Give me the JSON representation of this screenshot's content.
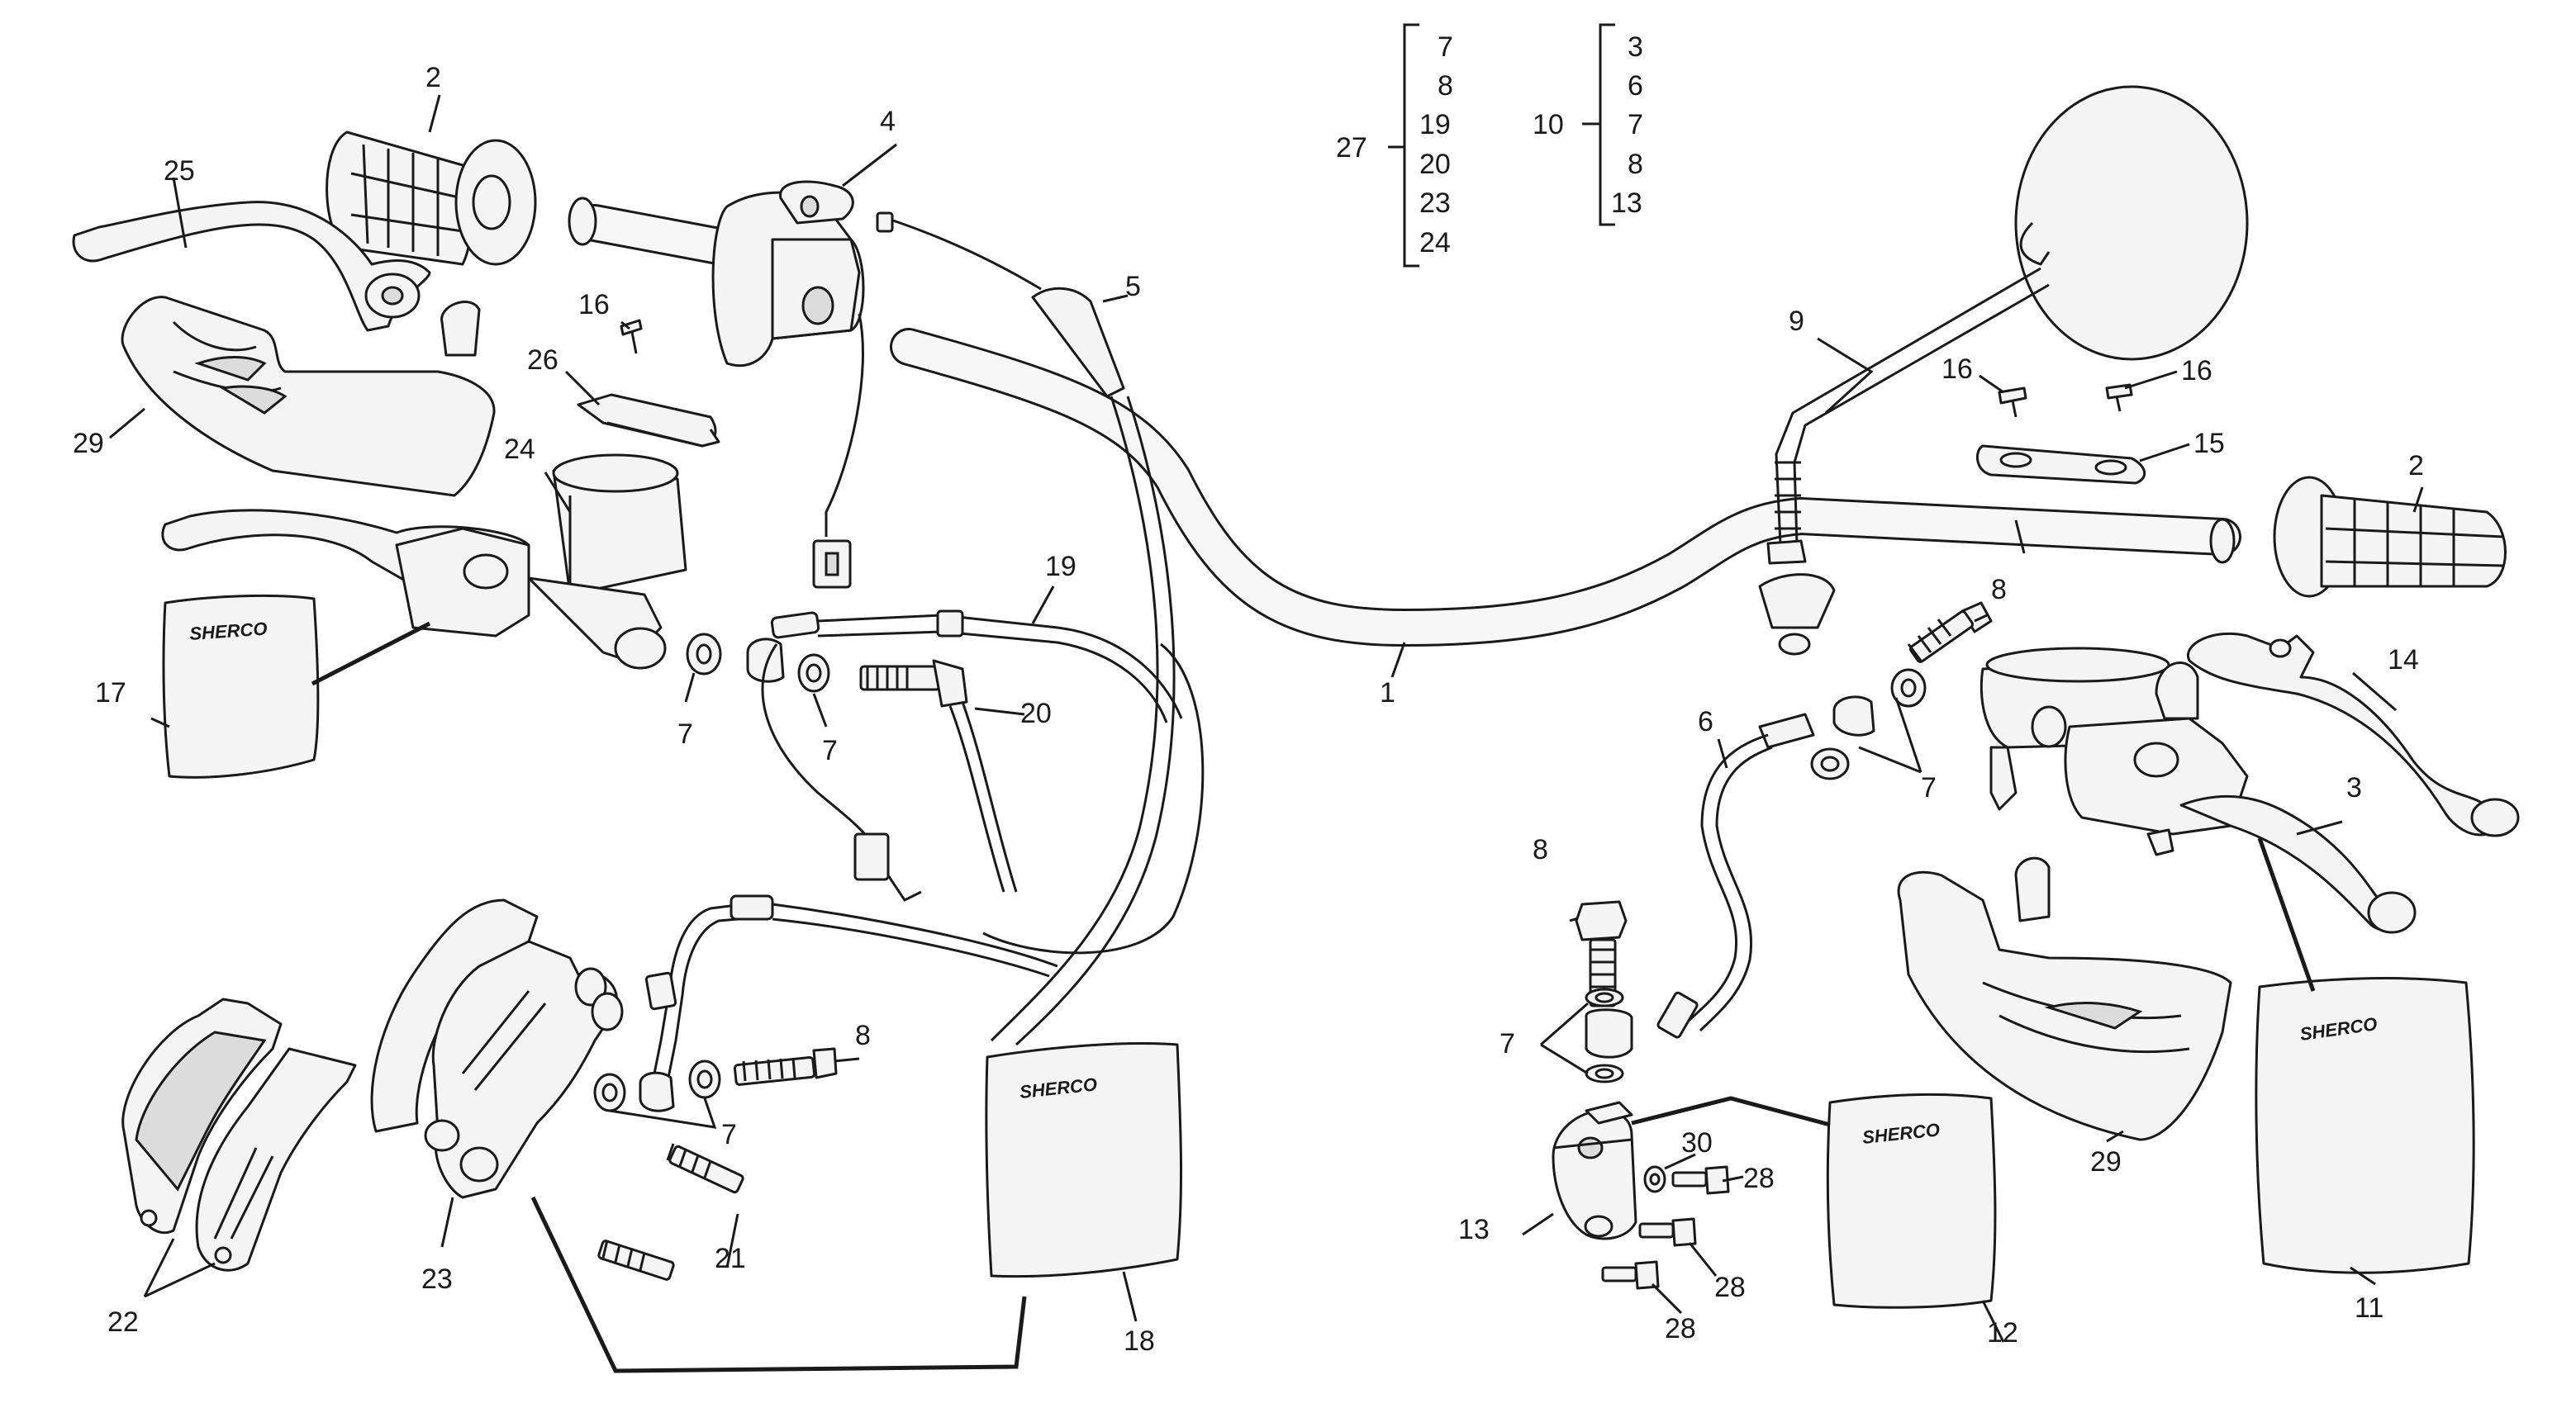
{
  "diagram": {
    "callouts": {
      "c1": "1",
      "c2a": "2",
      "c2b": "2",
      "c3": "3",
      "c4": "4",
      "c5": "5",
      "c6": "6",
      "c7a": "7",
      "c7b": "7",
      "c7c": "7",
      "c7d": "7",
      "c7e": "7",
      "c8a": "8",
      "c8b": "8",
      "c8c": "8",
      "c9": "9",
      "c11": "11",
      "c12": "12",
      "c13": "13",
      "c14": "14",
      "c15": "15",
      "c16a": "16",
      "c16b": "16",
      "c16c": "16",
      "c17": "17",
      "c18": "18",
      "c19": "19",
      "c20": "20",
      "c21": "21",
      "c22": "22",
      "c23": "23",
      "c24": "24",
      "c25": "25",
      "c26": "26",
      "c28a": "28",
      "c28b": "28",
      "c28c": "28",
      "c29a": "29",
      "c29b": "29",
      "c30": "30"
    },
    "kit27": {
      "label": "27",
      "items": [
        "7",
        "8",
        "19",
        "20",
        "23",
        "24"
      ]
    },
    "kit10": {
      "label": "10",
      "items": [
        "3",
        "6",
        "7",
        "8",
        "13"
      ]
    },
    "logo_text": "SHERCO"
  }
}
